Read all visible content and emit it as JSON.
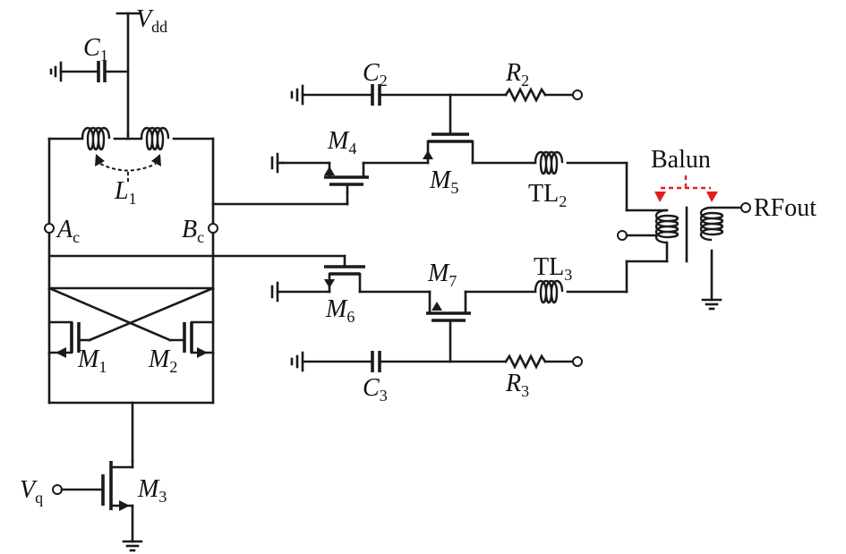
{
  "labels": {
    "vdd": {
      "main": "V",
      "sub": "dd"
    },
    "c1": {
      "main": "C",
      "sub": "1"
    },
    "c2": {
      "main": "C",
      "sub": "2"
    },
    "c3": {
      "main": "C",
      "sub": "3"
    },
    "r2": {
      "main": "R",
      "sub": "2"
    },
    "r3": {
      "main": "R",
      "sub": "3"
    },
    "l1": {
      "main": "L",
      "sub": "1"
    },
    "ac": {
      "main": "A",
      "sub": "c"
    },
    "bc": {
      "main": "B",
      "sub": "c"
    },
    "m1": {
      "main": "M",
      "sub": "1"
    },
    "m2": {
      "main": "M",
      "sub": "2"
    },
    "m3": {
      "main": "M",
      "sub": "3"
    },
    "m4": {
      "main": "M",
      "sub": "4"
    },
    "m5": {
      "main": "M",
      "sub": "5"
    },
    "m6": {
      "main": "M",
      "sub": "6"
    },
    "m7": {
      "main": "M",
      "sub": "7"
    },
    "tl2": {
      "main": "TL",
      "sub": "2"
    },
    "tl3": {
      "main": "TL",
      "sub": "3"
    },
    "vq": {
      "main": "V",
      "sub": "q"
    },
    "balun": "Balun",
    "rfout": "RFout"
  },
  "colors": {
    "wire": "#1a1a1a",
    "balun_arrows": "#e02020",
    "background": "#ffffff"
  }
}
